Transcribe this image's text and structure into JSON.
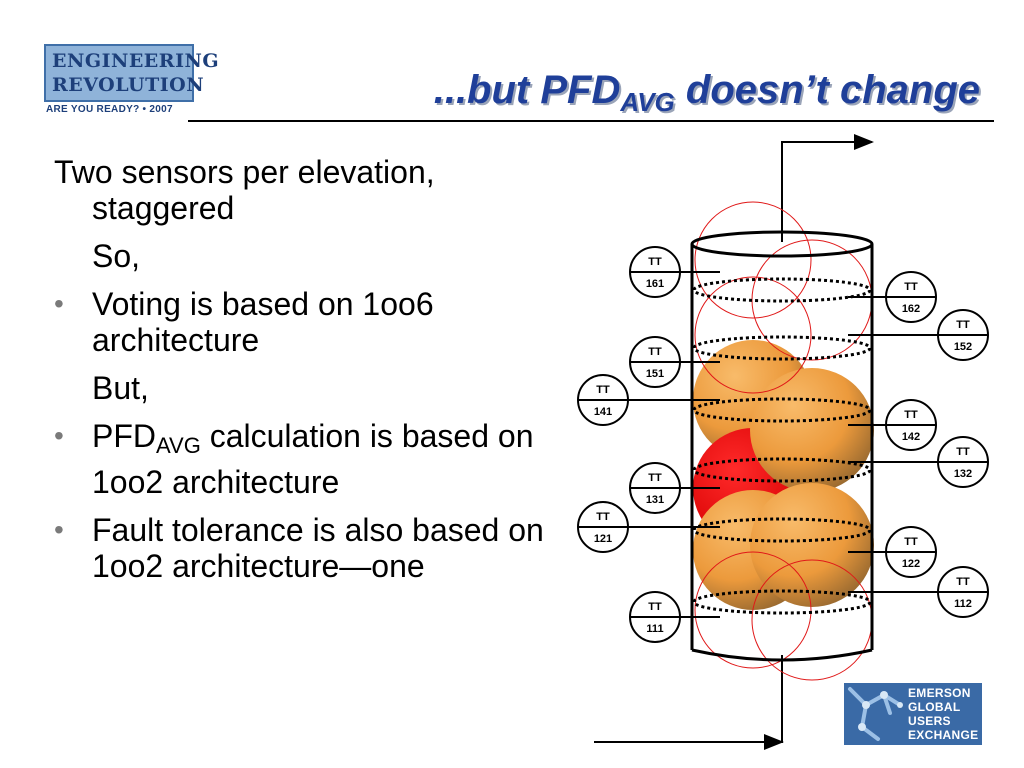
{
  "logo": {
    "line1": "ENGINEERING",
    "line2": "REVOLUTION",
    "tagline": "ARE YOU READY? • 2007"
  },
  "title": {
    "prefix": "...but PFD",
    "subscript": "AVG",
    "suffix": " doesn’t change"
  },
  "body": {
    "p1": "Two sensors per elevation, staggered",
    "p2": "So,",
    "b1": "Voting is based on 1oo6 architecture",
    "p3": "But,",
    "b2_prefix": "PFD",
    "b2_sub": "AVG",
    "b2_suffix": " calculation is based on 1oo2 architecture",
    "b3": "Fault tolerance is also based on 1oo2 architecture—one",
    "bullet": "•"
  },
  "sensors": {
    "left": [
      {
        "tag": "TT",
        "num": "161"
      },
      {
        "tag": "TT",
        "num": "151"
      },
      {
        "tag": "TT",
        "num": "141"
      },
      {
        "tag": "TT",
        "num": "131"
      },
      {
        "tag": "TT",
        "num": "121"
      },
      {
        "tag": "TT",
        "num": "111"
      }
    ],
    "right": [
      {
        "tag": "TT",
        "num": "162"
      },
      {
        "tag": "TT",
        "num": "152"
      },
      {
        "tag": "TT",
        "num": "142"
      },
      {
        "tag": "TT",
        "num": "132"
      },
      {
        "tag": "TT",
        "num": "122"
      },
      {
        "tag": "TT",
        "num": "112"
      }
    ]
  },
  "colors": {
    "title": "#1f3f99",
    "sphere_orange": "#f0a040",
    "sphere_red": "#e81010",
    "circle_outline": "#e01818"
  },
  "emerson": {
    "line1": "EMERSON",
    "line2": "GLOBAL",
    "line3": "USERS",
    "line4": "EXCHANGE"
  }
}
